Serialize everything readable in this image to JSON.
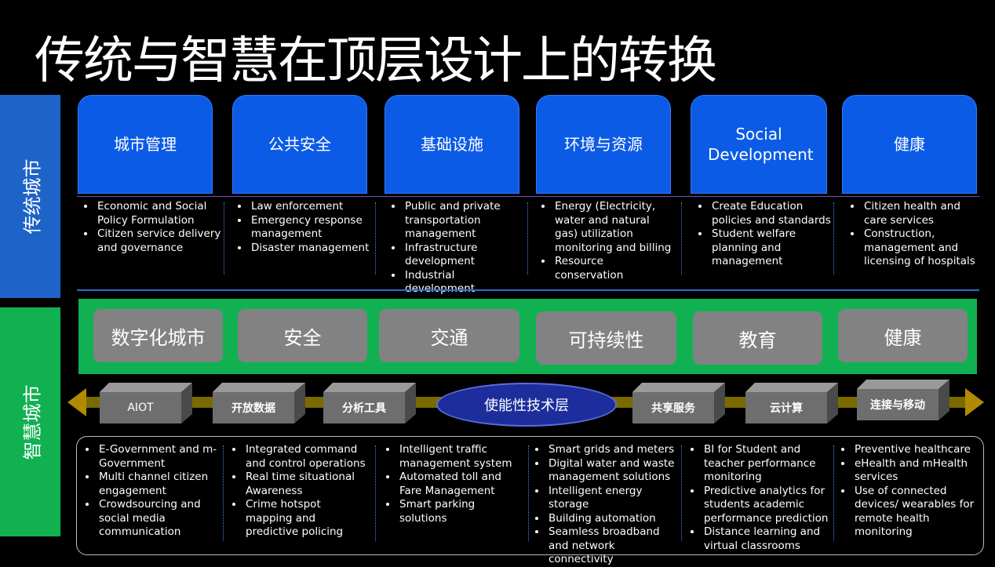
{
  "title": "传统与智慧在顶层设计上的转换",
  "side": {
    "traditional": "传统城市",
    "smart": "智慧城市"
  },
  "traditional_cards": [
    {
      "label": "城市管理"
    },
    {
      "label": "公共安全"
    },
    {
      "label": "基础设施"
    },
    {
      "label": "环境与资源"
    },
    {
      "label": "Social Development"
    },
    {
      "label": "健康"
    }
  ],
  "traditional_details": [
    [
      "Economic and Social Policy Formulation",
      "Citizen service delivery and governance"
    ],
    [
      "Law enforcement",
      "Emergency response management",
      "Disaster management"
    ],
    [
      "Public and private transportation management",
      "Infrastructure development",
      "Industrial development"
    ],
    [
      "Energy (Electricity, water and natural gas) utilization monitoring and billing",
      "Resource conservation"
    ],
    [
      "Create Education policies and standards",
      "Student welfare planning and management"
    ],
    [
      "Citizen health and care services",
      "Construction, management and licensing of hospitals"
    ]
  ],
  "smart_cards": [
    {
      "label": "数字化城市"
    },
    {
      "label": "安全"
    },
    {
      "label": "交通"
    },
    {
      "label": "可持续性"
    },
    {
      "label": "教育"
    },
    {
      "label": "健康"
    }
  ],
  "enabling": {
    "center": "使能性技术层",
    "boxes": [
      "AIOT",
      "开放数据",
      "分析工具",
      "共享服务",
      "云计算",
      "连接与移动"
    ]
  },
  "smart_details": [
    [
      "E-Government and m-Government",
      "Multi channel citizen engagement",
      "Crowdsourcing and social media communication"
    ],
    [
      "Integrated command and control operations",
      "Real time situational Awareness",
      "Crime hotspot mapping and predictive policing"
    ],
    [
      "Intelligent traffic management system",
      "Automated toll and Fare Management",
      "Smart parking solutions"
    ],
    [
      "Smart grids and meters",
      "Digital water and waste management solutions",
      "Intelligent energy storage",
      "Building automation",
      "Seamless broadband and network connectivity"
    ],
    [
      "BI for Student and teacher performance monitoring",
      "Predictive analytics for students academic performance prediction",
      "Distance learning and virtual classrooms"
    ],
    [
      "Preventive healthcare",
      "eHealth and mHealth services",
      "Use of connected devices/ wearables for remote health monitoring"
    ]
  ],
  "colors": {
    "traditional_blue": "#0c5be6",
    "side_blue": "#1e64c8",
    "smart_green": "#11b152",
    "gray_card": "#828282",
    "enabling_ellipse": "#1d2e9c",
    "arrow_gold": "#b08a00"
  }
}
